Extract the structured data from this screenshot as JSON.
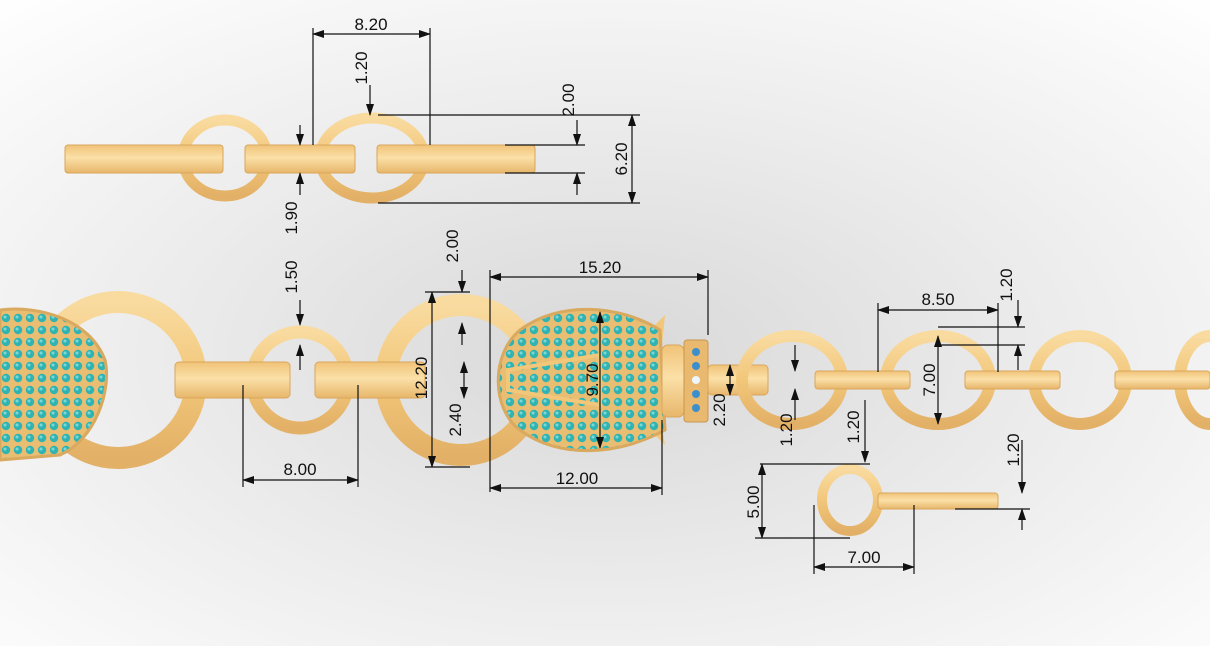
{
  "title": "Bracelet chain link dimension drawing",
  "colors": {
    "gold": "#f4cd84",
    "gold_dark": "#d9a65c",
    "turquoise": "#2fb3b3",
    "dimension": "#111111"
  },
  "dimensions": {
    "top_link_width": "8.20",
    "top_link_thickness": "1.20",
    "top_bar_gap": "2.00",
    "top_link_height": "6.20",
    "top_bar_offset": "1.90",
    "mid_ring_gap": "1.50",
    "big_ring_thickness": "2.00",
    "head_length": "15.20",
    "big_ring_diameter": "12.20",
    "head_height": "9.70",
    "bar_height": "2.40",
    "clasp_bar": "2.20",
    "ring_spacing": "8.00",
    "head_body_length": "12.00",
    "oval_link_width": "8.50",
    "oval_link_thickness": "1.20",
    "oval_link_height": "7.00",
    "oval_bar_a": "1.20",
    "oval_bar_b": "1.20",
    "small_bar_thickness": "1.20",
    "small_link_height": "5.00",
    "small_link_width": "7.00"
  }
}
